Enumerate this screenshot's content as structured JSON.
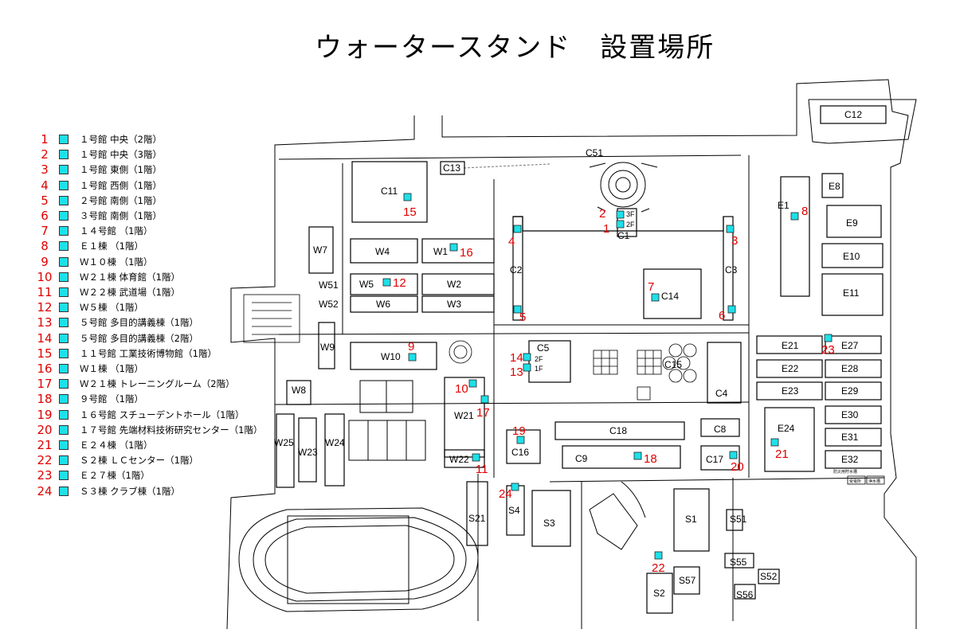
{
  "title": "ウォータースタンド　設置場所",
  "colors": {
    "marker": "#1ee0e8",
    "number": "#e00000",
    "line": "#000000"
  },
  "legend": [
    {
      "num": "1",
      "text": "１号館 中央（2階）"
    },
    {
      "num": "2",
      "text": "１号館 中央（3階）"
    },
    {
      "num": "3",
      "text": "１号館 東側（1階）"
    },
    {
      "num": "4",
      "text": "１号館 西側（1階）"
    },
    {
      "num": "5",
      "text": "２号館 南側（1階）"
    },
    {
      "num": "6",
      "text": "３号館 南側（1階）"
    },
    {
      "num": "7",
      "text": "１４号館 （1階）"
    },
    {
      "num": "8",
      "text": "Ｅ１棟 （1階）"
    },
    {
      "num": "9",
      "text": "Ｗ１０棟 （1階）"
    },
    {
      "num": "10",
      "text": "Ｗ２１棟 体育館（1階）"
    },
    {
      "num": "11",
      "text": "Ｗ２２棟 武道場（1階）"
    },
    {
      "num": "12",
      "text": "Ｗ５棟 （1階）"
    },
    {
      "num": "13",
      "text": "５号館 多目的講義棟（1階）"
    },
    {
      "num": "14",
      "text": "５号館 多目的講義棟（2階）"
    },
    {
      "num": "15",
      "text": "１１号館 工業技術博物館（1階）"
    },
    {
      "num": "16",
      "text": "Ｗ１棟 （1階）"
    },
    {
      "num": "17",
      "text": "Ｗ２１棟 トレーニングルーム（2階）"
    },
    {
      "num": "18",
      "text": "９号館 （1階）"
    },
    {
      "num": "19",
      "text": "１６号館 スチューデントホール（1階）"
    },
    {
      "num": "20",
      "text": "１７号館 先端材料技術研究センター（1階）"
    },
    {
      "num": "21",
      "text": "Ｅ２４棟 （1階）"
    },
    {
      "num": "22",
      "text": "Ｓ２棟 ＬＣセンター（1階）"
    },
    {
      "num": "23",
      "text": "Ｅ２７棟（1階）"
    },
    {
      "num": "24",
      "text": "Ｓ３棟 クラブ棟（1階）"
    }
  ],
  "buildings": {
    "c12": "C12",
    "c51": "C51",
    "c13": "C13",
    "c11": "C11",
    "c1": "C1",
    "e1": "E1",
    "e8": "E8",
    "e9": "E9",
    "e10": "E10",
    "e11": "E11",
    "w7": "W7",
    "w4": "W4",
    "w1": "W1",
    "c2": "C2",
    "c3": "C3",
    "c14": "C14",
    "w51": "W51",
    "w52": "W52",
    "w5": "W5",
    "w2": "W2",
    "w6": "W6",
    "w3": "W3",
    "w9": "W9",
    "w10": "W10",
    "c5": "C5",
    "c15": "C15",
    "c4": "C4",
    "e21": "E21",
    "e27": "E27",
    "e22": "E22",
    "e28": "E28",
    "e23": "E23",
    "e29": "E29",
    "e30": "E30",
    "e31": "E31",
    "e32": "E32",
    "e24": "E24",
    "w8": "W8",
    "w21": "W21",
    "c18": "C18",
    "c8": "C8",
    "w25": "W25",
    "w23": "W23",
    "w24": "W24",
    "w22": "W22",
    "c16": "C16",
    "c9": "C9",
    "c17": "C17",
    "s21": "S21",
    "s4": "S4",
    "s3": "S3",
    "s1": "S1",
    "s51": "S51",
    "s55": "S55",
    "s57": "S57",
    "s52": "S52",
    "s2": "S2",
    "s56": "S56"
  },
  "floor_labels": {
    "f3": "3F",
    "f2a": "2F",
    "f2b": "2F",
    "f1": "1F"
  },
  "small_labels": {
    "e_note1": "受電所",
    "e_note2": "浄水槽",
    "e_note3": "防災用貯水槽"
  },
  "markers": [
    {
      "num": "1"
    },
    {
      "num": "2"
    },
    {
      "num": "3"
    },
    {
      "num": "4"
    },
    {
      "num": "5"
    },
    {
      "num": "6"
    },
    {
      "num": "7"
    },
    {
      "num": "8"
    },
    {
      "num": "9"
    },
    {
      "num": "10"
    },
    {
      "num": "11"
    },
    {
      "num": "12"
    },
    {
      "num": "13"
    },
    {
      "num": "14"
    },
    {
      "num": "15"
    },
    {
      "num": "16"
    },
    {
      "num": "17"
    },
    {
      "num": "18"
    },
    {
      "num": "19"
    },
    {
      "num": "20"
    },
    {
      "num": "21"
    },
    {
      "num": "22"
    },
    {
      "num": "23"
    },
    {
      "num": "24"
    }
  ]
}
